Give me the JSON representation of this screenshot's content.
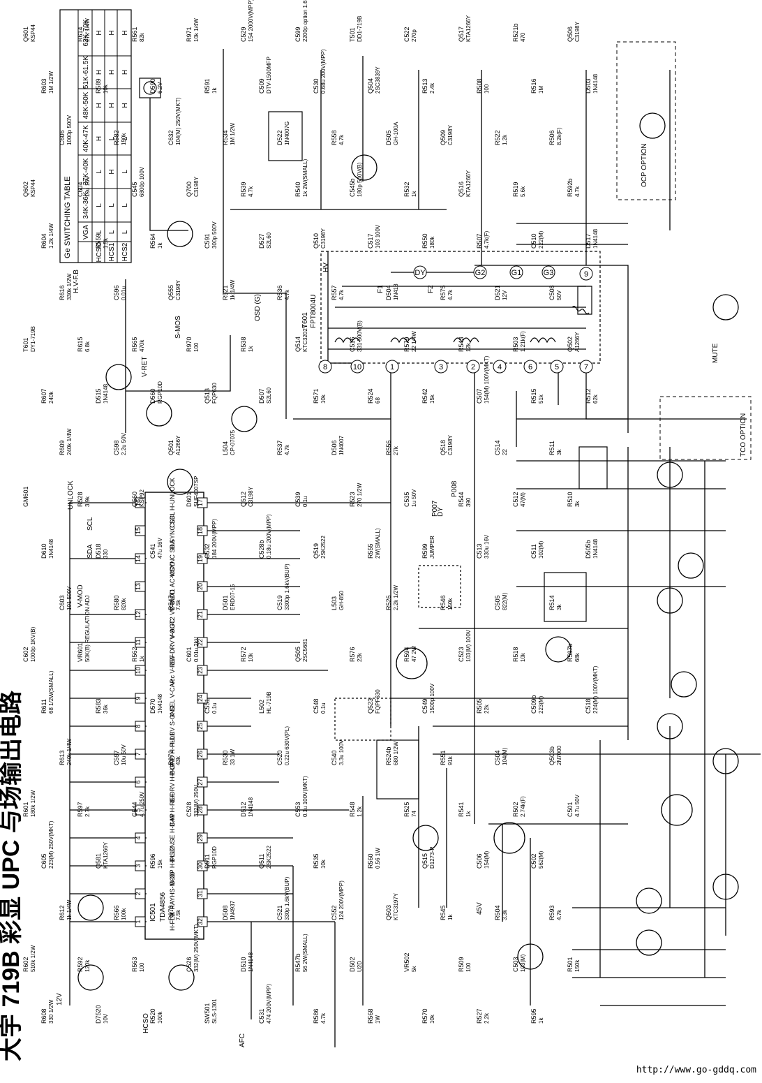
{
  "title": "大宇 719B 彩显 UPC 与场输出电路",
  "url": "http://www.go-gddq.com",
  "switching_table": {
    "caption": "Ge SWITCHING TABLE",
    "headers": [
      "VGA",
      "34K-36K",
      "37K-40K",
      "40K-47K",
      "48K-50K",
      "51K-61.5K",
      "62K-70K"
    ],
    "rows": [
      {
        "name": "HCSO",
        "values": [
          "L",
          "L",
          "L",
          "H",
          "H",
          "H",
          "H"
        ]
      },
      {
        "name": "HCS1",
        "values": [
          "L",
          "L",
          "H",
          "L",
          "H",
          "H",
          "H"
        ]
      },
      {
        "name": "HCS2",
        "values": [
          "L",
          "L",
          "L",
          "L",
          "H",
          "H",
          "H"
        ]
      }
    ]
  },
  "ic": {
    "name": "IC501",
    "part": "TDA4856",
    "left_pins": [
      {
        "num": "1",
        "label": "H-FLB"
      },
      {
        "num": "2",
        "label": "X-RAYHS-MOD"
      },
      {
        "num": "3",
        "label": "B-OP H-PLL2"
      },
      {
        "num": "4",
        "label": "B-SENSE H-CAP"
      },
      {
        "num": "5",
        "label": "B-IN H-REF"
      },
      {
        "num": "6",
        "label": "B-DRV H-BUF"
      },
      {
        "num": "7",
        "label": "P-GND H-PLL1"
      },
      {
        "num": "8",
        "label": "H-DRV S-GND"
      },
      {
        "num": "9",
        "label": "X-SEL V-CAP"
      },
      {
        "num": "10",
        "label": "Vcc V-REF"
      },
      {
        "num": "11",
        "label": "EW-DRV V-AGC"
      },
      {
        "num": "12",
        "label": "V-OUT2 VC-MOD"
      },
      {
        "num": "13",
        "label": "V-OUT1 AC-MOD"
      },
      {
        "num": "14",
        "label": "V.SYNC SDA"
      },
      {
        "num": "15",
        "label": "H.SYNC SCL"
      },
      {
        "num": "16",
        "label": "CLBL H-UNLOCK"
      }
    ],
    "right_pins": [
      "32",
      "31",
      "30",
      "29",
      "28",
      "27",
      "26",
      "25",
      "24",
      "23",
      "22",
      "21",
      "20",
      "19",
      "18",
      "17"
    ]
  },
  "flyback": {
    "name": "T601",
    "part": "FPT8004U"
  },
  "nets": [
    "UNLOCK",
    "SCL",
    "SDA",
    "V-MOD",
    "HCSO",
    "AFC",
    "12V",
    "45V",
    "H.V-F.B",
    "S-MOS",
    "V-RET",
    "OSD (G)",
    "DY",
    "P007",
    "P008",
    "MUTE",
    "HV",
    "F1",
    "F2"
  ],
  "option_boxes": [
    "OCP OPTION",
    "TCO OPTION"
  ],
  "components": [
    {
      "ref": "Q601",
      "value": "KSP44"
    },
    {
      "ref": "Q602",
      "value": "KSP44"
    },
    {
      "ref": "T601",
      "value": "DY1-719B"
    },
    {
      "ref": "GM601",
      "value": ""
    },
    {
      "ref": "C602",
      "value": "1000p 1KV(B)"
    },
    {
      "ref": "R601",
      "value": "180k 1/2W"
    },
    {
      "ref": "R602",
      "value": "510k 1/2W"
    },
    {
      "ref": "R603",
      "value": "1M 1/2W"
    },
    {
      "ref": "R604",
      "value": "1.2k 1/4W"
    },
    {
      "ref": "R607",
      "value": "240k"
    },
    {
      "ref": "D610",
      "value": "1N4148"
    },
    {
      "ref": "R611",
      "value": "68 1/2W(SMALL)"
    },
    {
      "ref": "C605",
      "value": "223(M) 250V(MKT)"
    },
    {
      "ref": "R608",
      "value": "330 1/2W"
    },
    {
      "ref": "C606",
      "value": "1000p 500V"
    },
    {
      "ref": "R616",
      "value": "330k 1/2W"
    },
    {
      "ref": "R609",
      "value": "240k 1/4W"
    },
    {
      "ref": "C603",
      "value": "101 500V"
    },
    {
      "ref": "R613",
      "value": "240k 1/4W"
    },
    {
      "ref": "R612",
      "value": "1k 1/4W"
    },
    {
      "ref": "R614",
      "value": "27k 1/4W"
    },
    {
      "ref": "C604",
      "value": "10u 16V"
    },
    {
      "ref": "R615",
      "value": "6.8k"
    },
    {
      "ref": "R528",
      "value": "3.9k"
    },
    {
      "ref": "VR601",
      "value": "50K(B) REGULATION ADJ"
    },
    {
      "ref": "R597",
      "value": "2.7k"
    },
    {
      "ref": "R592",
      "value": "120k"
    },
    {
      "ref": "R589",
      "value": "10k"
    },
    {
      "ref": "R559",
      "value": "1.5k"
    },
    {
      "ref": "D515",
      "value": "1N4148"
    },
    {
      "ref": "D518",
      "value": "330"
    },
    {
      "ref": "R583",
      "value": "36k"
    },
    {
      "ref": "Q581",
      "value": "KTA1266Y"
    },
    {
      "ref": "D7520",
      "value": "10V"
    },
    {
      "ref": "R582",
      "value": "150k"
    },
    {
      "ref": "C596",
      "value": "0.01u"
    },
    {
      "ref": "C598",
      "value": "2.2u 50V"
    },
    {
      "ref": "R580",
      "value": "820k"
    },
    {
      "ref": "C597",
      "value": "10u 50V"
    },
    {
      "ref": "R566",
      "value": "100k"
    },
    {
      "ref": "R561",
      "value": "82k"
    },
    {
      "ref": "C545",
      "value": "6800p 100V"
    },
    {
      "ref": "R565",
      "value": "470k"
    },
    {
      "ref": "Q560",
      "value": "KSP92"
    },
    {
      "ref": "R562",
      "value": "1k"
    },
    {
      "ref": "C544",
      "value": "4.7u 250V"
    },
    {
      "ref": "R563",
      "value": "100"
    },
    {
      "ref": "D590",
      "value": "6.2V"
    },
    {
      "ref": "R564",
      "value": "1k"
    },
    {
      "ref": "D560",
      "value": "RGP10D"
    },
    {
      "ref": "C541",
      "value": "47u 16V"
    },
    {
      "ref": "D570",
      "value": "1N4148"
    },
    {
      "ref": "R596",
      "value": "15k"
    },
    {
      "ref": "R520",
      "value": "100k"
    },
    {
      "ref": "C632",
      "value": "104(M) 250V(MKT)"
    },
    {
      "ref": "Q555",
      "value": "C3198Y"
    },
    {
      "ref": "Q501",
      "value": "A1266Y"
    },
    {
      "ref": "R547",
      "value": "7.5k"
    },
    {
      "ref": "R972",
      "value": "43k"
    },
    {
      "ref": "R973",
      "value": "7.5k"
    },
    {
      "ref": "R971",
      "value": "10k 1/4W"
    },
    {
      "ref": "Q700",
      "value": "C3198Y"
    },
    {
      "ref": "R970",
      "value": "100"
    },
    {
      "ref": "D601",
      "value": "SUF4007SP"
    },
    {
      "ref": "C601",
      "value": "0.01u 2kV"
    },
    {
      "ref": "C528",
      "value": "332(M) 250V"
    },
    {
      "ref": "C526",
      "value": "332(M) 250V(MKT)"
    },
    {
      "ref": "R591",
      "value": "1k"
    },
    {
      "ref": "C591",
      "value": "300p 500V"
    },
    {
      "ref": "Q513",
      "value": "FQP630"
    },
    {
      "ref": "C532",
      "value": "184 200V(MPP)"
    },
    {
      "ref": "C551",
      "value": "0.1u"
    },
    {
      "ref": "D511",
      "value": "RGP10D"
    },
    {
      "ref": "SW501",
      "value": "SLS-1301"
    },
    {
      "ref": "R534",
      "value": "1M 1/2W"
    },
    {
      "ref": "R521",
      "value": "1k 1/4W"
    },
    {
      "ref": "L504",
      "value": "CP-07075"
    },
    {
      "ref": "D501",
      "value": "ERD07-15"
    },
    {
      "ref": "R530",
      "value": "33 1W"
    },
    {
      "ref": "D508",
      "value": "1N4937"
    },
    {
      "ref": "C529",
      "value": "154 2000V(MPP)"
    },
    {
      "ref": "R539",
      "value": "4.7k"
    },
    {
      "ref": "R538",
      "value": "1k"
    },
    {
      "ref": "Q512",
      "value": "C3198Y"
    },
    {
      "ref": "R572",
      "value": "10k"
    },
    {
      "ref": "D512",
      "value": "1N4148"
    },
    {
      "ref": "D510",
      "value": "1N4148"
    },
    {
      "ref": "C509",
      "value": "DTV-1500MFP"
    },
    {
      "ref": "D527",
      "value": "S2L60"
    },
    {
      "ref": "D507",
      "value": "S2L60"
    },
    {
      "ref": "C528b",
      "value": "0.18u 200V(MPP)"
    },
    {
      "ref": "L502",
      "value": "HL-719B"
    },
    {
      "ref": "Q511",
      "value": "2SK2522"
    },
    {
      "ref": "C531",
      "value": "474 200V(MPP)"
    },
    {
      "ref": "D522",
      "value": "1N4007G"
    },
    {
      "ref": "R536",
      "value": "4.7k"
    },
    {
      "ref": "R537",
      "value": "4.7k"
    },
    {
      "ref": "C519",
      "value": "3300p 1.6kV(BUP)"
    },
    {
      "ref": "C520",
      "value": "0.22u 630V(PL)"
    },
    {
      "ref": "C521",
      "value": "330p 1.6kV(BUP)"
    },
    {
      "ref": "C599",
      "value": "2200p option 1.6kV(BUP)"
    },
    {
      "ref": "R540",
      "value": "1k 2W(SMALL)"
    },
    {
      "ref": "Q514",
      "value": "KTC3202Y"
    },
    {
      "ref": "C539",
      "value": "0.1u"
    },
    {
      "ref": "Q505",
      "value": "2SC5681"
    },
    {
      "ref": "C553",
      "value": "0.1u 100V(MKT)"
    },
    {
      "ref": "R547b",
      "value": "56 2W(SMALL)"
    },
    {
      "ref": "C530",
      "value": "0.68u 200V(MPP)"
    },
    {
      "ref": "Q510",
      "value": "C3198Y"
    },
    {
      "ref": "R571",
      "value": "10k"
    },
    {
      "ref": "Q519",
      "value": "2SK2522"
    },
    {
      "ref": "C548",
      "value": "0.1u"
    },
    {
      "ref": "R535",
      "value": "10k"
    },
    {
      "ref": "R586",
      "value": "4.7k"
    },
    {
      "ref": "R558",
      "value": "4.7k"
    },
    {
      "ref": "R557",
      "value": "4.7k"
    },
    {
      "ref": "D506",
      "value": "1N4007"
    },
    {
      "ref": "L503",
      "value": "GH-850"
    },
    {
      "ref": "C540",
      "value": "3.3u 100V"
    },
    {
      "ref": "C552",
      "value": "124 200V(MPP)"
    },
    {
      "ref": "T501",
      "value": "DD1-719B"
    },
    {
      "ref": "C545b",
      "value": "180p 500V(B)"
    },
    {
      "ref": "C516",
      "value": "331 500V(B)"
    },
    {
      "ref": "R523",
      "value": "270 1/2W"
    },
    {
      "ref": "R576",
      "value": "22k"
    },
    {
      "ref": "R548",
      "value": "1.2k"
    },
    {
      "ref": "D502",
      "value": "U2D"
    },
    {
      "ref": "Q504",
      "value": "2SC3839Y"
    },
    {
      "ref": "C517",
      "value": "103 100V"
    },
    {
      "ref": "R524",
      "value": "68"
    },
    {
      "ref": "R555",
      "value": "2W(SMALL)"
    },
    {
      "ref": "Q523",
      "value": "FQPF630"
    },
    {
      "ref": "R560",
      "value": "0.56 1W"
    },
    {
      "ref": "R568",
      "value": "1W"
    },
    {
      "ref": "D505",
      "value": "GH-100A"
    },
    {
      "ref": "D504",
      "value": "1N418"
    },
    {
      "ref": "R556",
      "value": "27k"
    },
    {
      "ref": "R526",
      "value": "2.2k 1/2W"
    },
    {
      "ref": "R524b",
      "value": "680 1/2W"
    },
    {
      "ref": "Q503",
      "value": "KTC3197Y"
    },
    {
      "ref": "C522",
      "value": "270p"
    },
    {
      "ref": "R532",
      "value": "1k"
    },
    {
      "ref": "R579",
      "value": "22 1/4W"
    },
    {
      "ref": "C535",
      "value": "1u 50V"
    },
    {
      "ref": "R594",
      "value": "47 2W"
    },
    {
      "ref": "R525",
      "value": "74"
    },
    {
      "ref": "VR502",
      "value": "5k"
    },
    {
      "ref": "R513",
      "value": "2.4k"
    },
    {
      "ref": "R550",
      "value": "180k"
    },
    {
      "ref": "R542",
      "value": "15k"
    },
    {
      "ref": "R599",
      "value": "JUMPER"
    },
    {
      "ref": "C549",
      "value": "1500p 100V"
    },
    {
      "ref": "Q515",
      "value": "D1273-P"
    },
    {
      "ref": "R570",
      "value": "10k"
    },
    {
      "ref": "Q509",
      "value": "C3198Y"
    },
    {
      "ref": "R575",
      "value": "4.7k"
    },
    {
      "ref": "Q518",
      "value": "C3198Y"
    },
    {
      "ref": "R546",
      "value": "150k"
    },
    {
      "ref": "R551",
      "value": "91k"
    },
    {
      "ref": "R545",
      "value": "1k"
    },
    {
      "ref": "Q517",
      "value": "KTA1266Y"
    },
    {
      "ref": "Q516",
      "value": "KTA1266Y"
    },
    {
      "ref": "R543",
      "value": "12k"
    },
    {
      "ref": "R544",
      "value": "390"
    },
    {
      "ref": "C523",
      "value": "103(M) 100V"
    },
    {
      "ref": "R541",
      "value": "1k"
    },
    {
      "ref": "R509",
      "value": "100"
    },
    {
      "ref": "R508",
      "value": "100"
    },
    {
      "ref": "R507",
      "value": "4.7k(F)"
    },
    {
      "ref": "C507",
      "value": "154(M) 100V(MKT)"
    },
    {
      "ref": "C513",
      "value": "330u 16V"
    },
    {
      "ref": "R505",
      "value": "22k"
    },
    {
      "ref": "C506",
      "value": "154(M)"
    },
    {
      "ref": "R527",
      "value": "2.2k"
    },
    {
      "ref": "R522",
      "value": "1.2k"
    },
    {
      "ref": "D521",
      "value": "12V"
    },
    {
      "ref": "C514",
      "value": "22"
    },
    {
      "ref": "C505",
      "value": "822(M)"
    },
    {
      "ref": "C504",
      "value": "104(M)"
    },
    {
      "ref": "R504",
      "value": "3.3k"
    },
    {
      "ref": "R521b",
      "value": "470"
    },
    {
      "ref": "R519",
      "value": "5.6k"
    },
    {
      "ref": "R503",
      "value": "1.21k(F)"
    },
    {
      "ref": "C512",
      "value": "47(M)"
    },
    {
      "ref": "R518",
      "value": "10k"
    },
    {
      "ref": "R502",
      "value": "2.74k(F)"
    },
    {
      "ref": "C503",
      "value": "103(M)"
    },
    {
      "ref": "R516",
      "value": "1M"
    },
    {
      "ref": "C510",
      "value": "222(M)"
    },
    {
      "ref": "R515",
      "value": "51k"
    },
    {
      "ref": "C511",
      "value": "102(M)"
    },
    {
      "ref": "C509b",
      "value": "223(M)"
    },
    {
      "ref": "C502",
      "value": "562(M)"
    },
    {
      "ref": "R595",
      "value": "1k"
    },
    {
      "ref": "R506",
      "value": "8.2k(F)"
    },
    {
      "ref": "C508",
      "value": "50V"
    },
    {
      "ref": "R511",
      "value": "3k"
    },
    {
      "ref": "R514",
      "value": "3k"
    },
    {
      "ref": "Q503b",
      "value": "2N7000"
    },
    {
      "ref": "R593",
      "value": "4.7k"
    },
    {
      "ref": "Q506",
      "value": "C3198Y"
    },
    {
      "ref": "R592b",
      "value": "4.7k"
    },
    {
      "ref": "Q502",
      "value": "A1266Y"
    },
    {
      "ref": "R510",
      "value": "3k"
    },
    {
      "ref": "R537b",
      "value": "68k"
    },
    {
      "ref": "C501",
      "value": "4.7u 50V"
    },
    {
      "ref": "R501",
      "value": "150k"
    },
    {
      "ref": "D503",
      "value": "1N4148"
    },
    {
      "ref": "D517",
      "value": "1N4148"
    },
    {
      "ref": "R512",
      "value": "62k"
    },
    {
      "ref": "D505b",
      "value": "1N4148"
    },
    {
      "ref": "C518",
      "value": "224(M) 100V(MKT)"
    }
  ]
}
